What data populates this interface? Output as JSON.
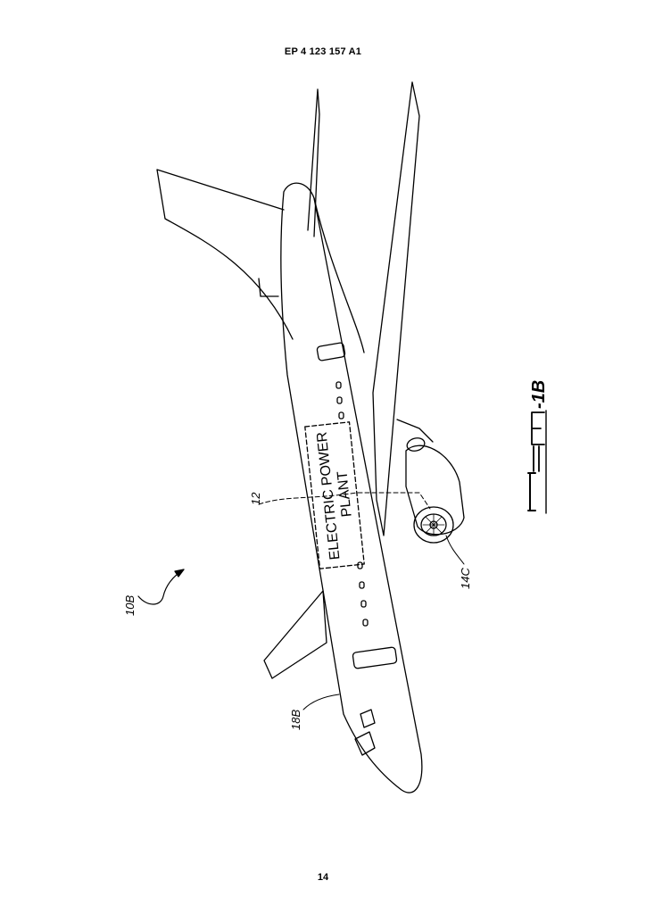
{
  "header": {
    "publication_number": "EP 4 123 157 A1"
  },
  "footer": {
    "page_number": "14"
  },
  "figure": {
    "box_label_line1": "ELECTRIC POWER",
    "box_label_line2": "PLANT",
    "ref_aircraft": "10B",
    "ref_power_plant": "12",
    "ref_engine": "14C",
    "ref_fuselage": "18B",
    "figure_label": "-1B"
  }
}
